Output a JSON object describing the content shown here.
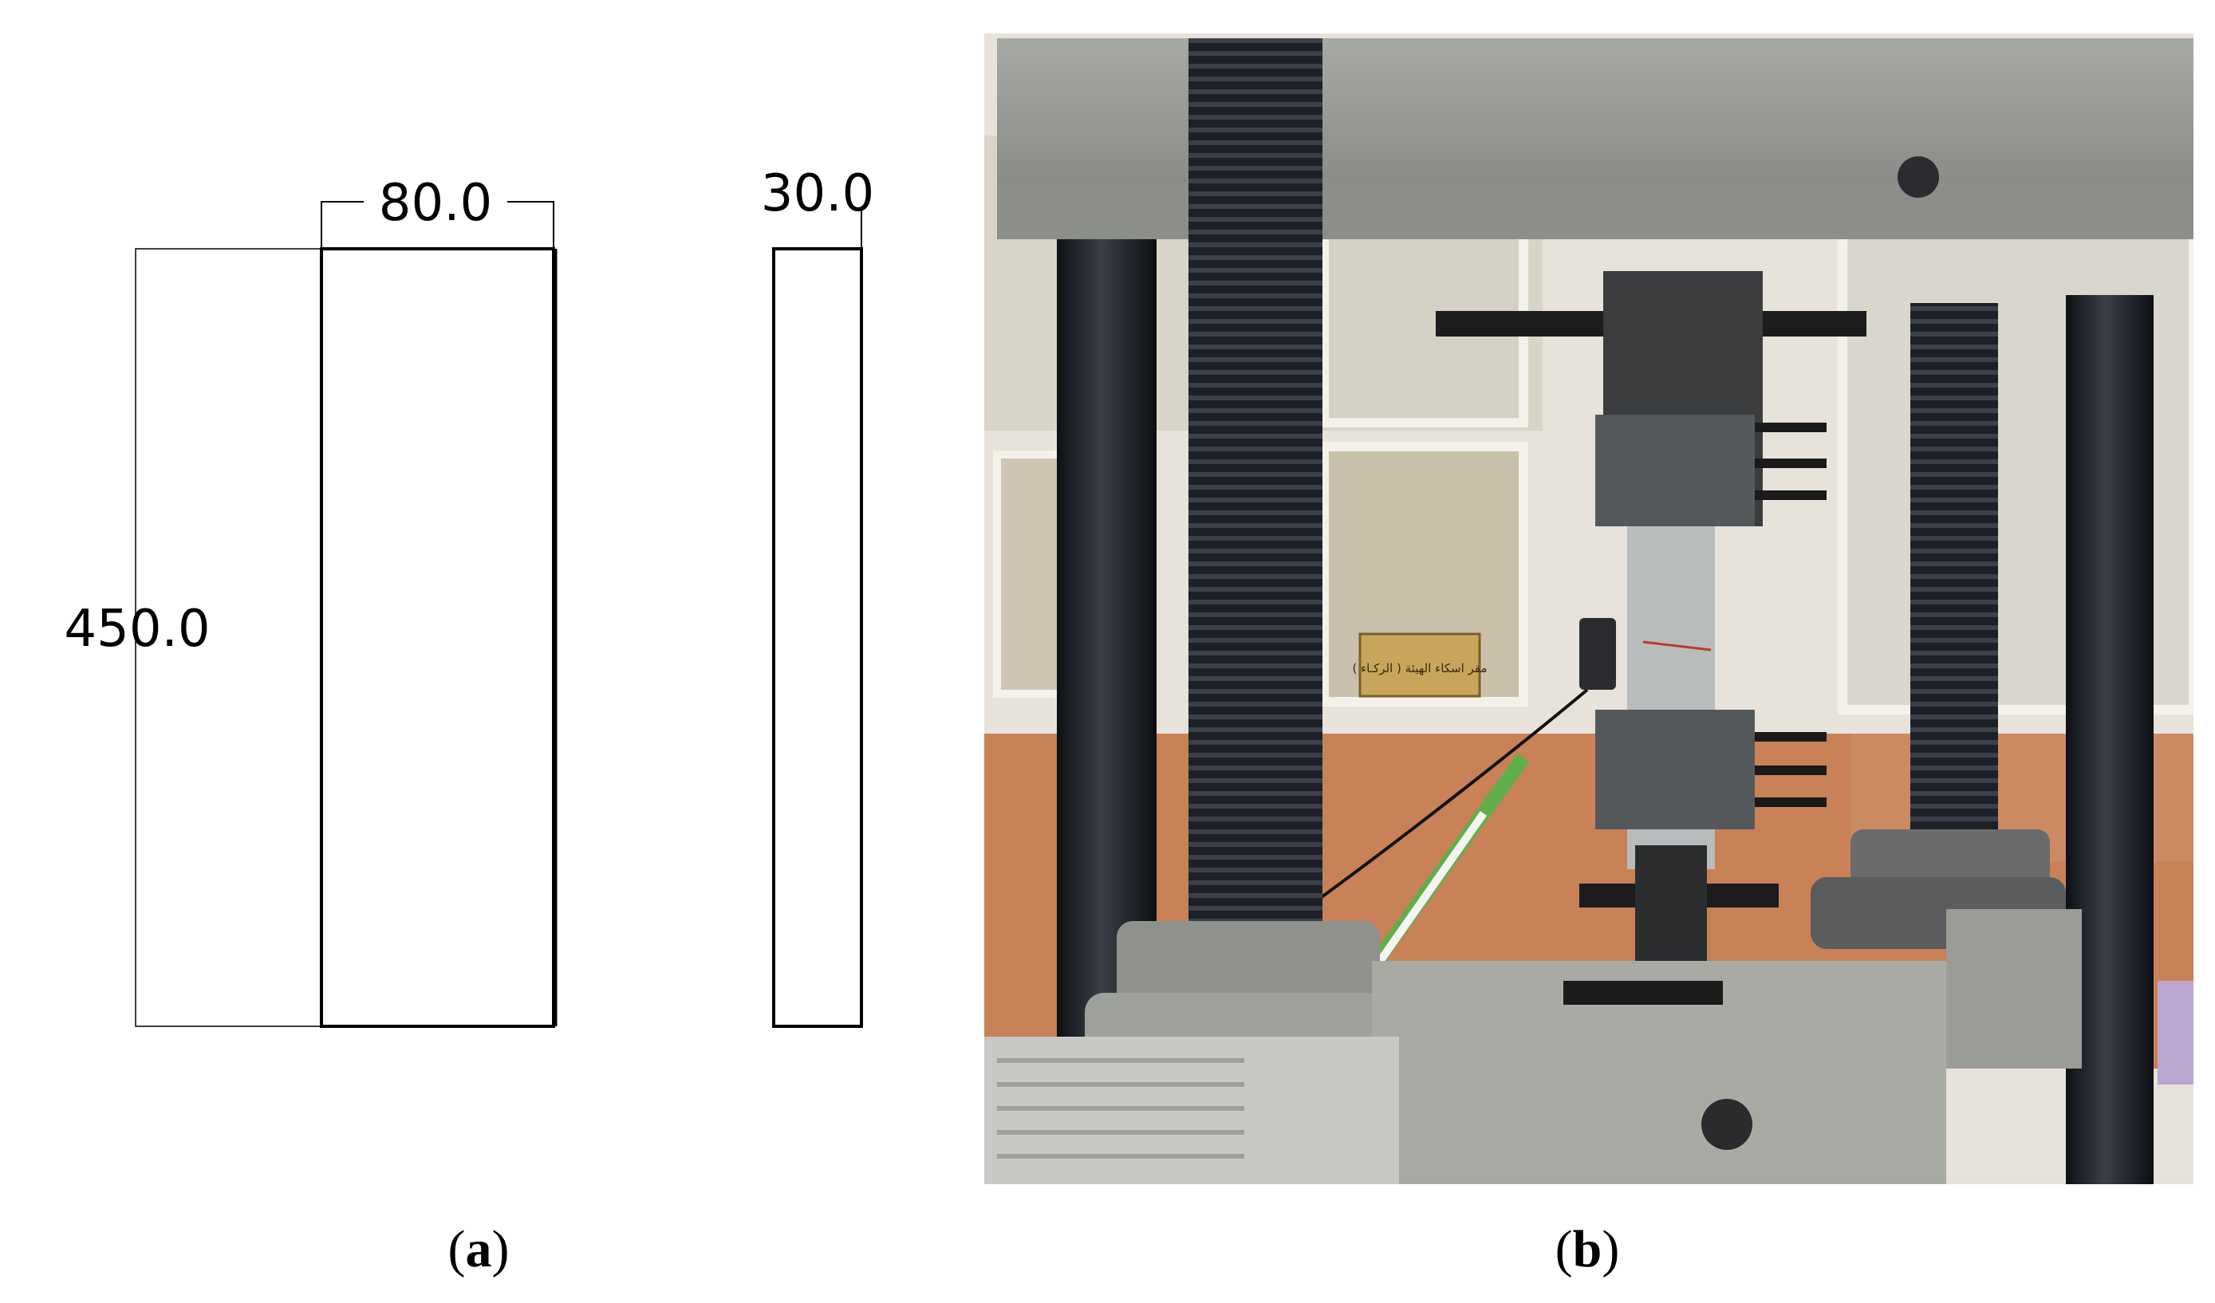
{
  "panel_a": {
    "width_label": "80.0",
    "thickness_label": "30.0",
    "length_label": "450.0",
    "caption_letter": "a"
  },
  "panel_b": {
    "caption_letter": "b",
    "photo_subject": "specimen mounted in tensile testing frame with extensometer",
    "wall_sign_text": "مقر اسكاء الهيئة ( الركـاء )"
  },
  "colors": {
    "frame_metal": "#9a9c98",
    "threaded_rod": "#1c1f24",
    "wall_orange": "#c97d55",
    "wall_white": "#ece9e2",
    "green_tube": "#5fb04a"
  }
}
